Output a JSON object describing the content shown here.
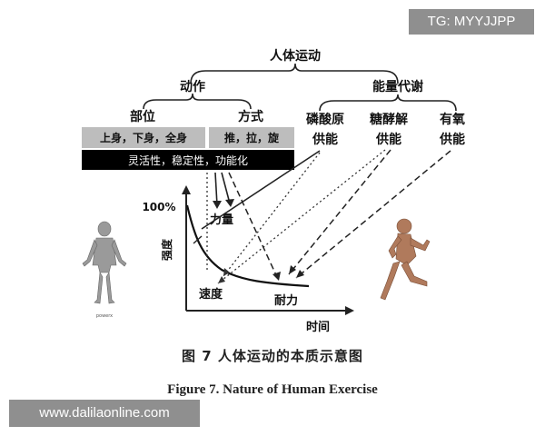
{
  "watermark_top": "TG: MYYJJPP",
  "watermark_bottom": "www.dalilaonline.com",
  "diagram": {
    "root": "人体运动",
    "left_branch": "动作",
    "right_branch": "能量代谢",
    "part": "部位",
    "method": "方式",
    "parts_box": "上身，下身，全身",
    "methods_box": "推，拉，旋",
    "quality_box": "灵活性，稳定性，功能化",
    "energy": {
      "phospho_l1": "磷酸原",
      "phospho_l2": "供能",
      "glyco_l1": "糖酵解",
      "glyco_l2": "供能",
      "aerobic_l1": "有氧",
      "aerobic_l2": "供能"
    },
    "y_axis_label": "强度",
    "y_tick": "100%",
    "x_axis_label": "时间",
    "force": "力量",
    "speed": "速度",
    "endurance": "耐力",
    "figure_tag": "powerx"
  },
  "caption": {
    "cn": "图 7    人体运动的本质示意图",
    "en": "Figure 7.      Nature of Human Exercise"
  },
  "colors": {
    "gray_box": "#bdbdbd",
    "black_box": "#000000",
    "line": "#222222"
  }
}
